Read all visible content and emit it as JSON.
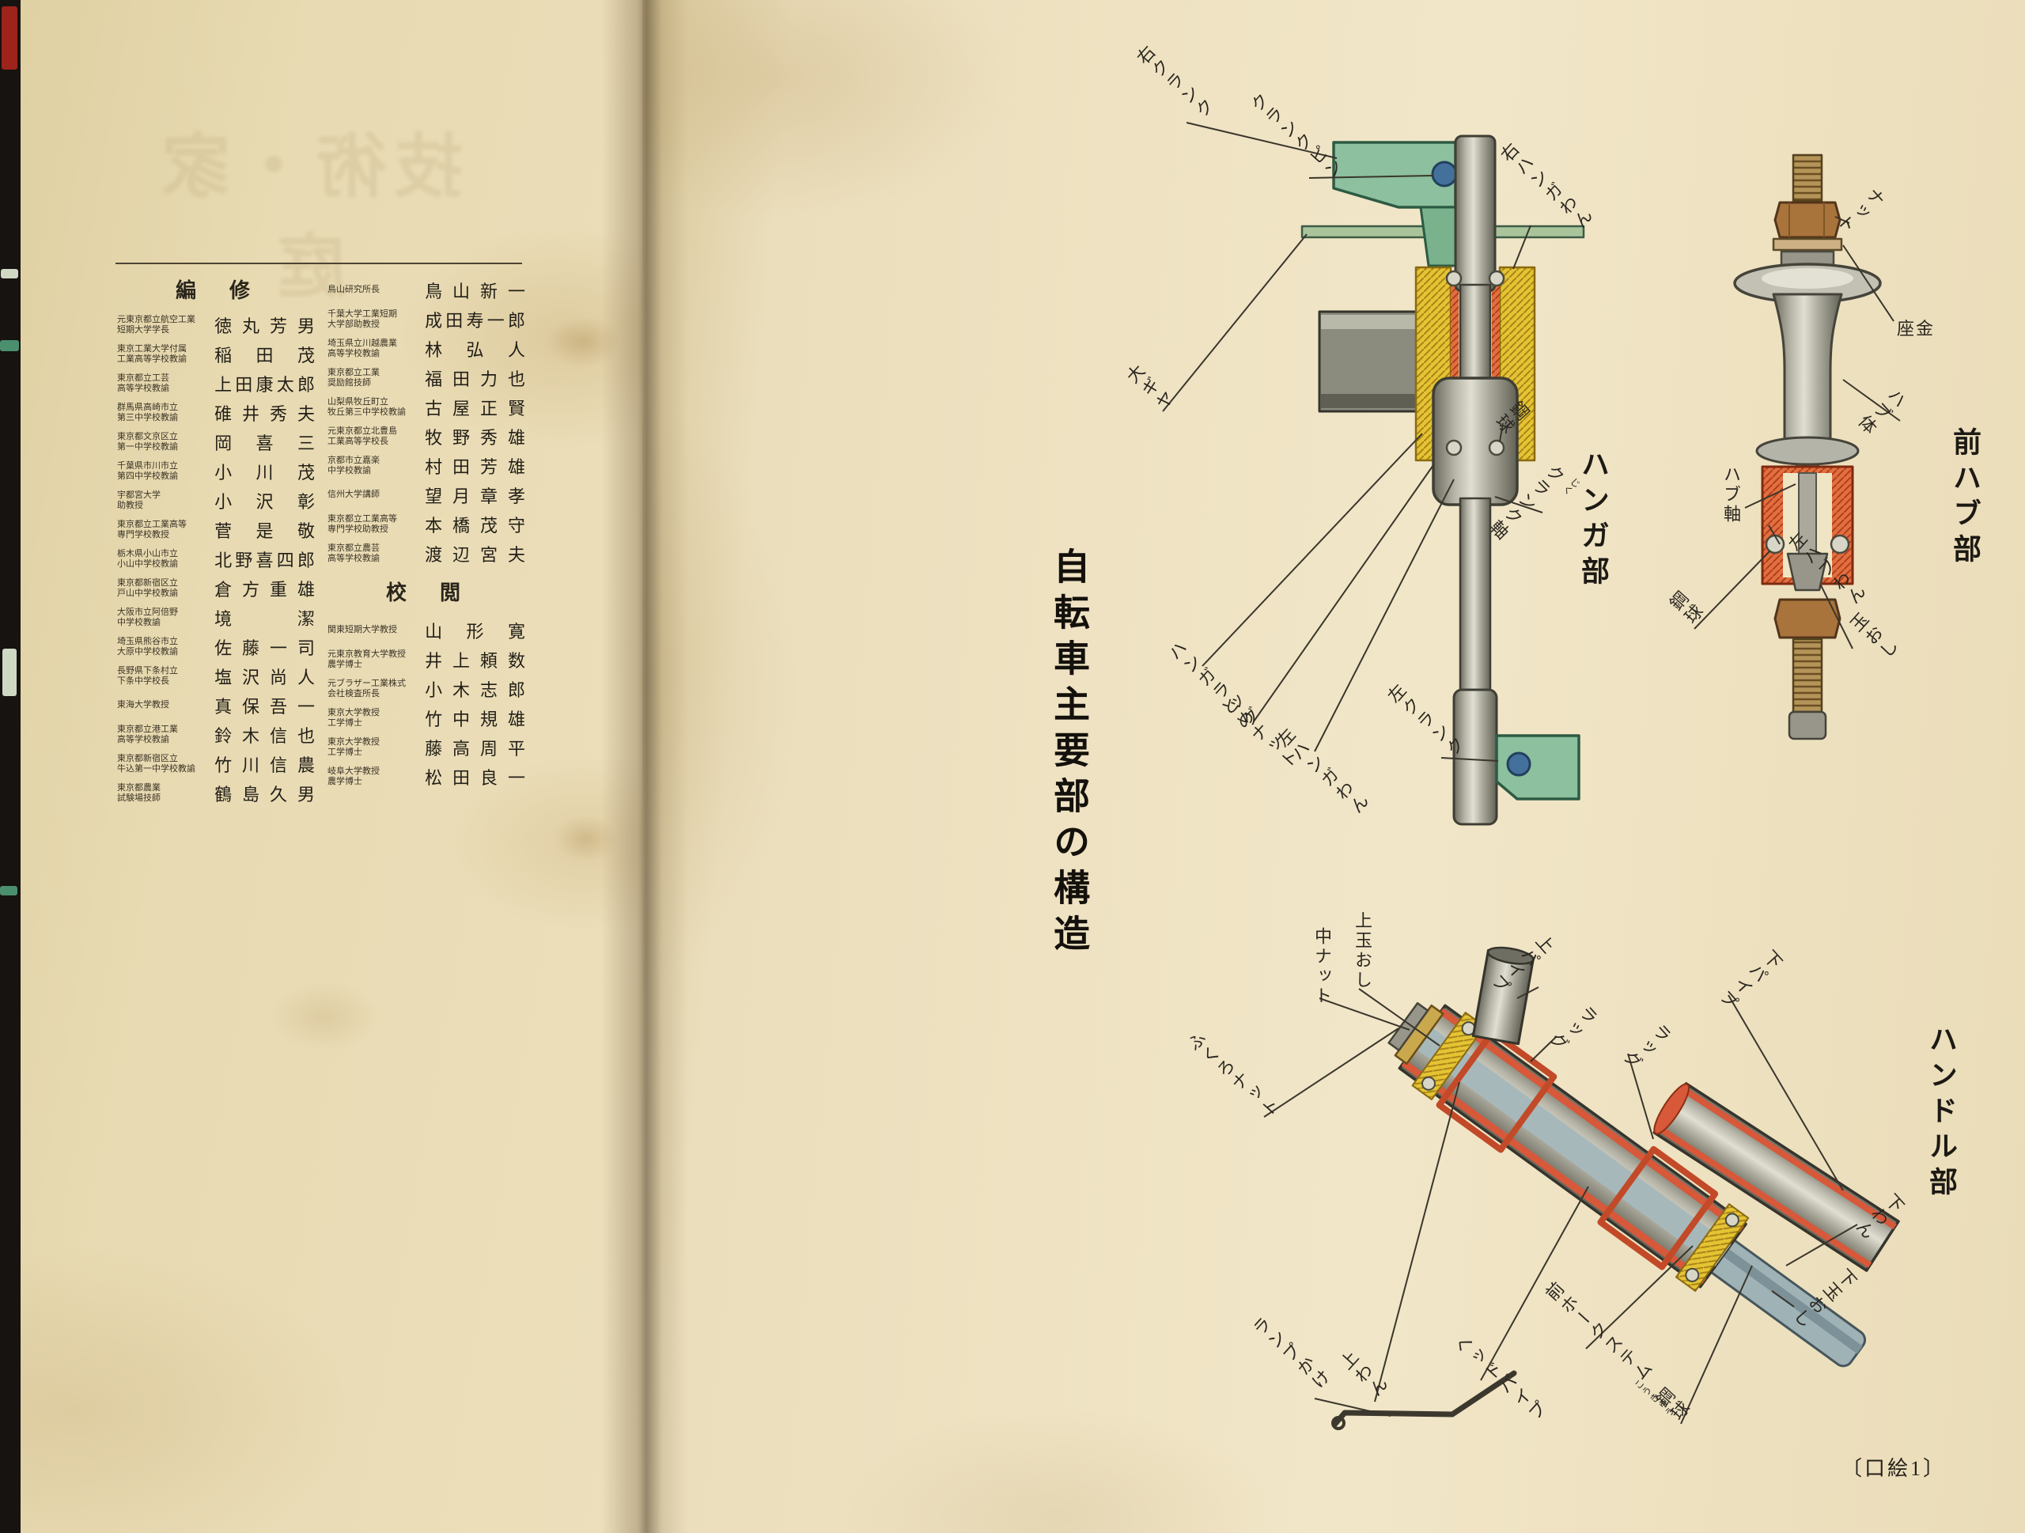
{
  "left_page": {
    "showthrough": "技術・家庭",
    "editors_heading": "編　修",
    "reviewers_heading": "校　閲",
    "editors_col1": [
      {
        "t1": "元東京都立航空工業",
        "t2": "短期大学学長",
        "name": "徳丸芳男"
      },
      {
        "t1": "東京工業大学付属",
        "t2": "工業高等学校教諭",
        "name": "稲田茂"
      },
      {
        "t1": "東京都立工芸",
        "t2": "高等学校教諭",
        "name": "上田康太郎"
      },
      {
        "t1": "群馬県高崎市立",
        "t2": "第三中学校教諭",
        "name": "碓井秀夫"
      },
      {
        "t1": "東京都文京区立",
        "t2": "第一中学校教諭",
        "name": "岡喜三"
      },
      {
        "t1": "千葉県市川市立",
        "t2": "第四中学校教諭",
        "name": "小川茂"
      },
      {
        "t1": "宇都宮大学",
        "t2": "助教授",
        "name": "小沢彰"
      },
      {
        "t1": "東京都立工業高等",
        "t2": "専門学校教授",
        "name": "菅是敬"
      },
      {
        "t1": "栃木県小山市立",
        "t2": "小山中学校教諭",
        "name": "北野喜四郎"
      },
      {
        "t1": "東京都新宿区立",
        "t2": "戸山中学校教諭",
        "name": "倉方重雄"
      },
      {
        "t1": "大阪市立阿倍野",
        "t2": "中学校教諭",
        "name": "境潔"
      },
      {
        "t1": "埼玉県熊谷市立",
        "t2": "大原中学校教諭",
        "name": "佐藤一司"
      },
      {
        "t1": "長野県下条村立",
        "t2": "下条中学校長",
        "name": "塩沢尚人"
      },
      {
        "t1": "東海大学教授",
        "t2": "",
        "name": "真保吾一"
      },
      {
        "t1": "東京都立港工業",
        "t2": "高等学校教諭",
        "name": "鈴木信也"
      },
      {
        "t1": "東京都新宿区立",
        "t2": "牛込第一中学校教諭",
        "name": "竹川信農"
      },
      {
        "t1": "東京都農業",
        "t2": "試験場技師",
        "name": "鶴島久男"
      }
    ],
    "editors_col2": [
      {
        "t1": "鳥山研究所長",
        "t2": "",
        "name": "鳥山新一"
      },
      {
        "t1": "千葉大学工業短期",
        "t2": "大学部助教授",
        "name": "成田寿一郎"
      },
      {
        "t1": "埼玉県立川越農業",
        "t2": "高等学校教諭",
        "name": "林弘人"
      },
      {
        "t1": "東京都立工業",
        "t2": "奨励館技師",
        "name": "福田力也"
      },
      {
        "t1": "山梨県牧丘町立",
        "t2": "牧丘第三中学校教諭",
        "name": "古屋正賢"
      },
      {
        "t1": "元東京都立北豊島",
        "t2": "工業高等学校長",
        "name": "牧野秀雄"
      },
      {
        "t1": "京都市立嘉楽",
        "t2": "中学校教諭",
        "name": "村田芳雄"
      },
      {
        "t1": "信州大学講師",
        "t2": "",
        "name": "望月章孝"
      },
      {
        "t1": "東京都立工業高等",
        "t2": "専門学校助教授",
        "name": "本橋茂守"
      },
      {
        "t1": "東京都立農芸",
        "t2": "高等学校教諭",
        "name": "渡辺宮夫"
      }
    ],
    "reviewers": [
      {
        "t1": "関東短期大学教授",
        "t2": "",
        "name": "山形寛"
      },
      {
        "t1": "元東京教育大学教授",
        "t2": "農学博士",
        "name": "井上頼数"
      },
      {
        "t1": "元ブラザー工業株式",
        "t2": "会社検査所長",
        "name": "小木志郎"
      },
      {
        "t1": "東京大学教授",
        "t2": "工学博士",
        "name": "竹中規雄"
      },
      {
        "t1": "東京大学教授",
        "t2": "工学博士",
        "name": "藤高周平"
      },
      {
        "t1": "岐阜大学教授",
        "t2": "農学博士",
        "name": "松田良一"
      }
    ]
  },
  "right_page": {
    "title": "自転車主要部の構造",
    "page_marker": "〔口絵1〕",
    "hanger": {
      "section_label": "ハンガ部",
      "labels": {
        "right_crank": "右クランク",
        "crank_pin": "クランクピン",
        "right_hanger_cup": "右ハンガわん",
        "large_gear": "大ギヤ",
        "steel_balls": "鋼球",
        "crank_axle": "クランク軸",
        "crank_axle_furigana": "じく",
        "hanger_lug": "ハンガラッグ",
        "lock_nut": "とめナット",
        "left_hanger_cup": "左ハンガわん",
        "left_crank": "左クランク"
      }
    },
    "hub": {
      "section_label": "前ハブ部",
      "labels": {
        "nut": "ナット",
        "washer": "座金",
        "hub_body": "ハブ体",
        "hub_axle": "ハブ軸",
        "steel_balls": "鋼球",
        "left_hub_cup": "左ハブわん",
        "cone": "玉おし"
      }
    },
    "handle": {
      "section_label": "ハンドル部",
      "labels": {
        "middle_nut": "中ナット",
        "upper_cone": "上玉おし",
        "top_pipe": "上パイプ",
        "lug1": "ラッグ",
        "lug2": "ラッグ",
        "down_pipe": "下パイプ",
        "cap_nut": "ふくろナット",
        "lamp_bracket": "ランプかけ",
        "upper_cup": "上わん",
        "head_pipe": "ヘッドパイプ",
        "fork_stem": "前ホークステム",
        "steel_balls": "鋼球",
        "steel_balls_furigana": "こうきゅう",
        "lower_cone": "下玉おし",
        "lower_cup": "下わん"
      }
    }
  }
}
